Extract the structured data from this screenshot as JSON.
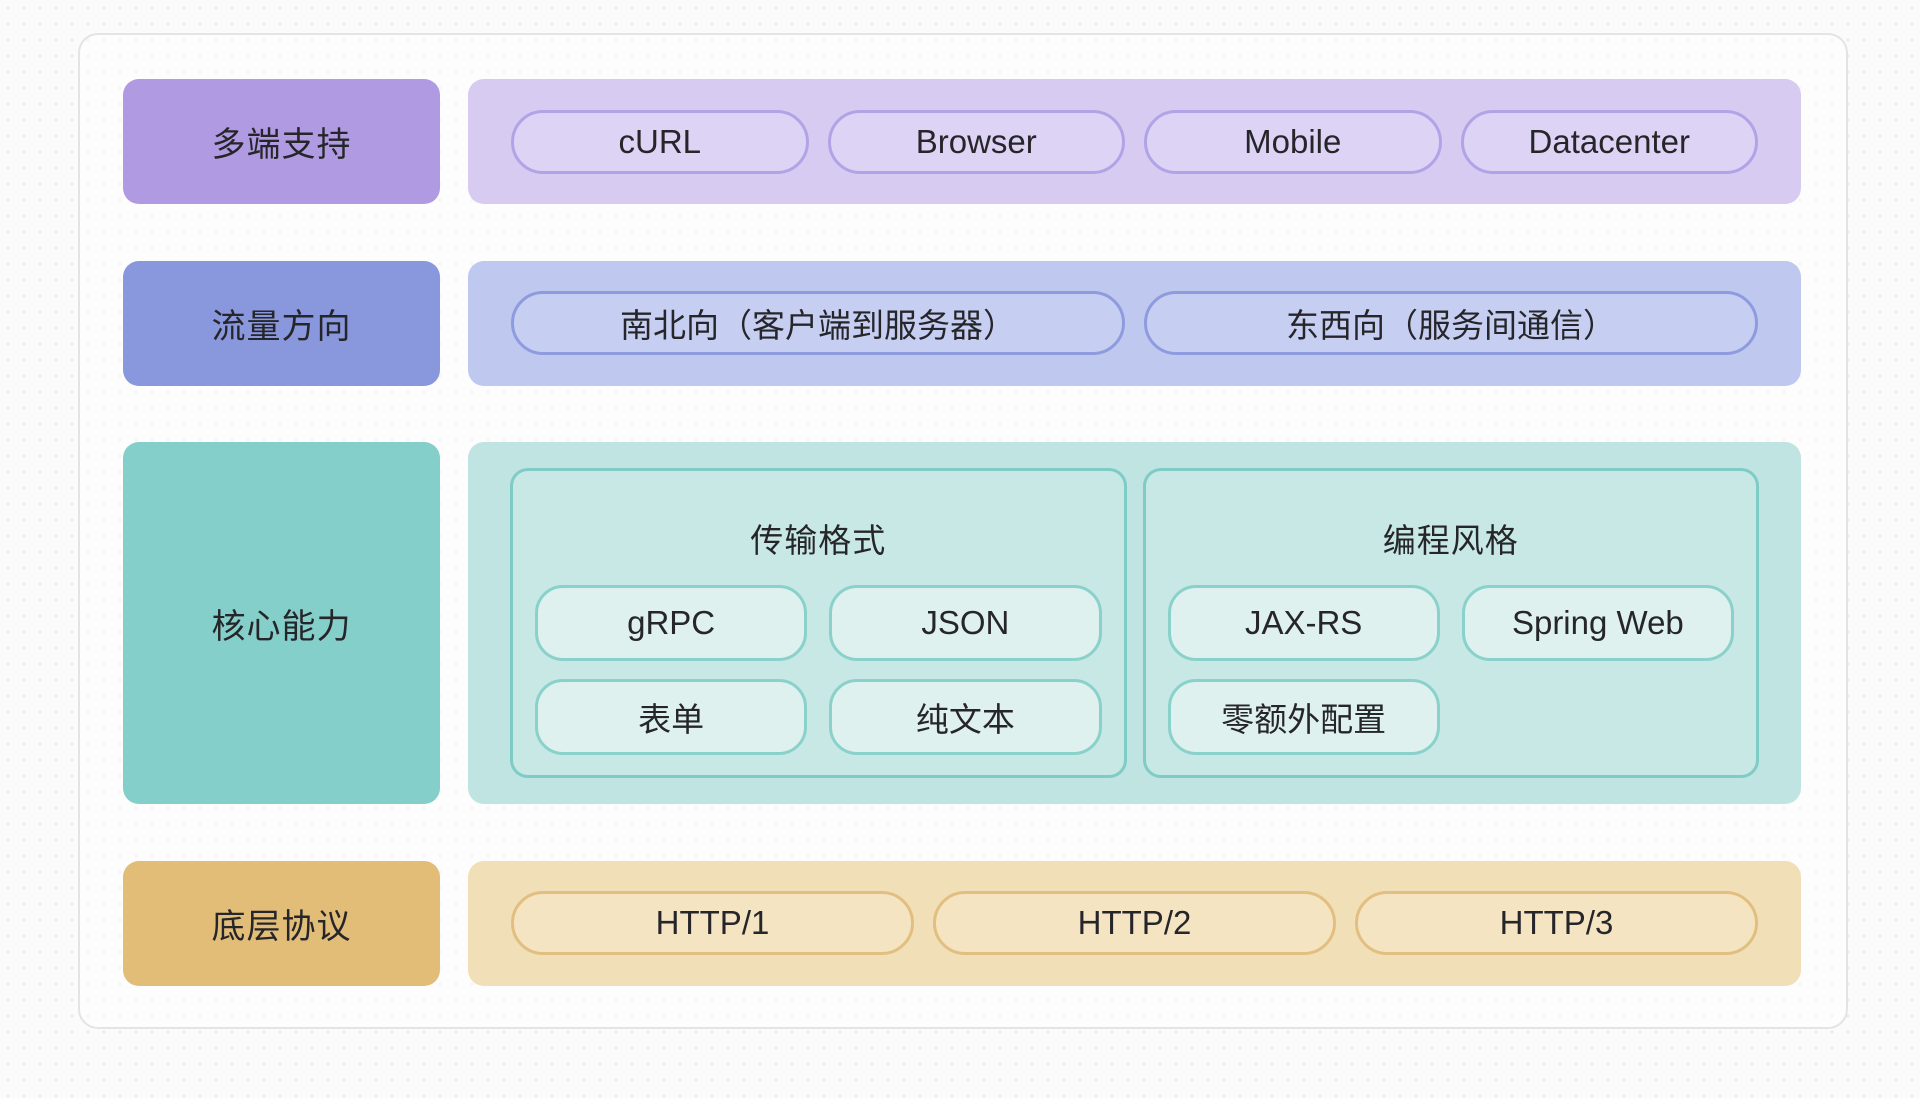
{
  "theme": {
    "page_background": "#fbfbfc",
    "dot_pattern": "#e9e9ee",
    "card_border": "#e4e4e7",
    "text": "#26262a",
    "purple_label": "#b09ae2",
    "purple_panel": "#d7cbf1",
    "purple_pill_border": "#b2a3e6",
    "periwinkle_label": "#8997dc",
    "periwinkle_panel": "#bfc8ee",
    "periwinkle_pill_border": "#8e9bdf",
    "teal_label": "#84cfc9",
    "teal_panel": "#c0e4e1",
    "teal_pill_border": "#8bd1cb",
    "gold_label": "#e1bd78",
    "gold_panel": "#f1dfb8",
    "gold_pill_border": "#e2bf80"
  },
  "rows": [
    {
      "label": "多端支持",
      "items": [
        "cURL",
        "Browser",
        "Mobile",
        "Datacenter"
      ]
    },
    {
      "label": "流量方向",
      "items": [
        "南北向（客户端到服务器）",
        "东西向（服务间通信）"
      ]
    },
    {
      "label": "核心能力",
      "groups": [
        {
          "title": "传输格式",
          "items": [
            "gRPC",
            "JSON",
            "表单",
            "纯文本"
          ]
        },
        {
          "title": "编程风格",
          "items": [
            "JAX-RS",
            "Spring Web",
            "零额外配置"
          ]
        }
      ]
    },
    {
      "label": "底层协议",
      "items": [
        "HTTP/1",
        "HTTP/2",
        "HTTP/3"
      ]
    }
  ]
}
